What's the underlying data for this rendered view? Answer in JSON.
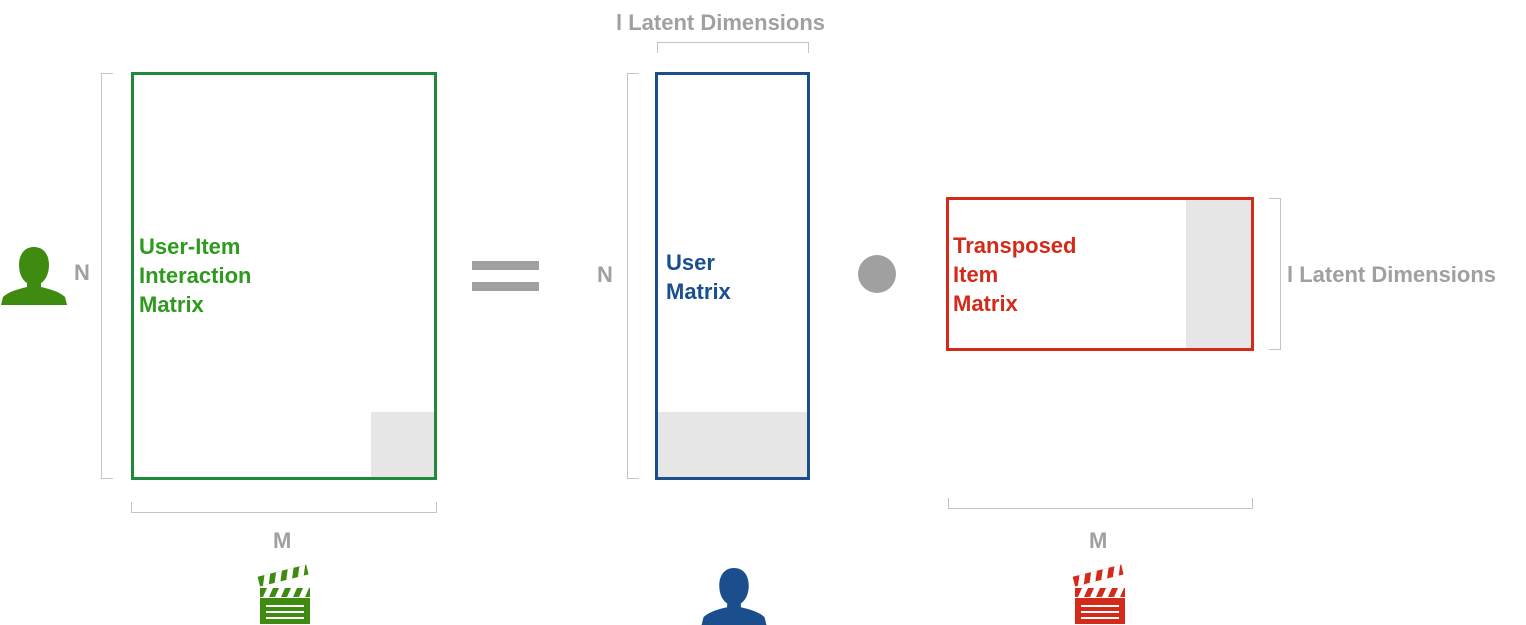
{
  "user_item_matrix": {
    "lines": [
      "User-Item",
      "Interaction",
      "Matrix"
    ],
    "color": "#1e8a3a",
    "text_color": "#2e9a1e"
  },
  "user_matrix": {
    "lines": [
      "User",
      "Matrix"
    ],
    "color": "#1a4e8c"
  },
  "item_matrix": {
    "lines": [
      "Transposed",
      "Item",
      "Matrix"
    ],
    "color": "#d42a1a"
  },
  "labels": {
    "n_left": "N",
    "n_middle": "N",
    "m_left": "M",
    "m_right": "M",
    "latent_top": "l Latent Dimensions",
    "latent_right": "l Latent Dimensions"
  },
  "icons": {
    "user_left": "user-icon",
    "user_bottom": "user-icon",
    "clapper_left": "clapperboard-icon",
    "clapper_right": "clapperboard-icon",
    "equals": "equals-icon",
    "dot": "dot-product-icon"
  },
  "colors": {
    "green_icon": "#3f8a10",
    "blue_icon": "#1a4e8c",
    "red_icon": "#d42a1a",
    "gray": "#a0a0a0",
    "shade": "#e6e6e6"
  }
}
